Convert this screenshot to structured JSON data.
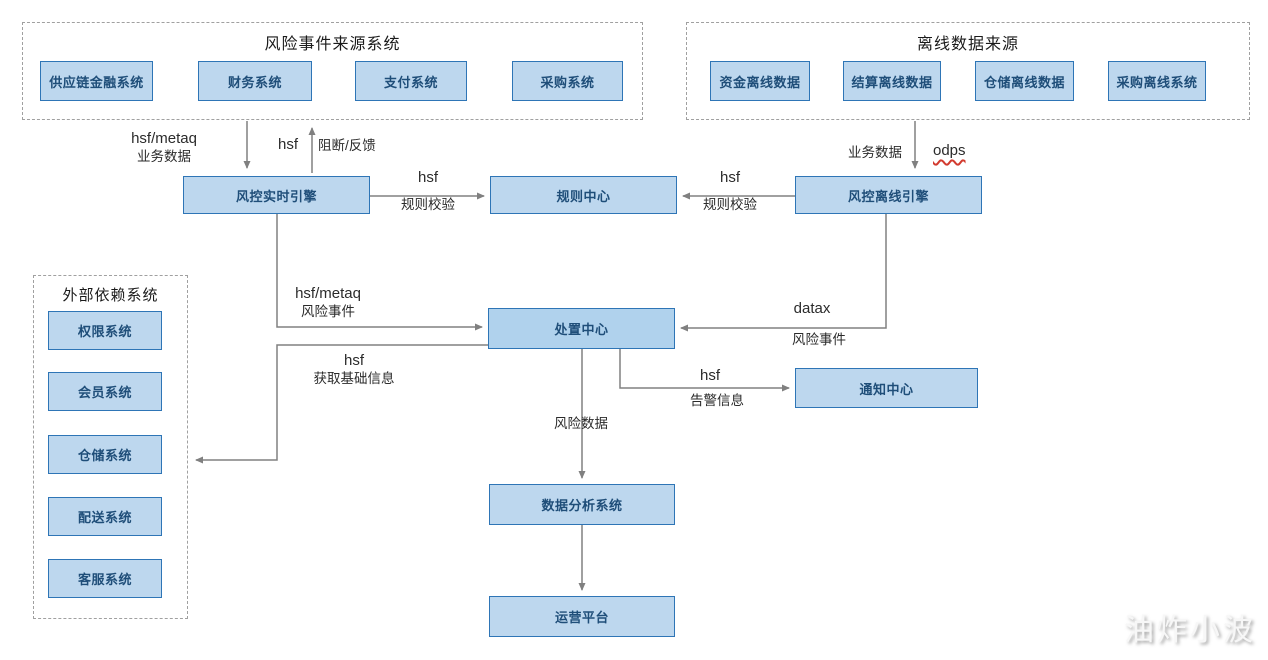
{
  "panels": {
    "risk_sources": {
      "title": "风险事件来源系统",
      "boxes": [
        "供应链金融系统",
        "财务系统",
        "支付系统",
        "采购系统"
      ]
    },
    "offline_sources": {
      "title": "离线数据来源",
      "boxes": [
        "资金离线数据",
        "结算离线数据",
        "仓储离线数据",
        "采购离线系统"
      ]
    },
    "external_deps": {
      "title": "外部依赖系统",
      "boxes": [
        "权限系统",
        "会员系统",
        "仓储系统",
        "配送系统",
        "客服系统"
      ]
    }
  },
  "nodes": {
    "realtime_engine": "风控实时引擎",
    "rule_center": "规则中心",
    "offline_engine": "风控离线引擎",
    "disposal_center": "处置中心",
    "notify_center": "通知中心",
    "data_analysis": "数据分析系统",
    "operation_platform": "运营平台"
  },
  "edge_labels": {
    "source_to_realtime": {
      "line1": "hsf/metaq",
      "line2": "业务数据"
    },
    "block_feedback": {
      "line1": "hsf",
      "line2": "阻断/反馈"
    },
    "realtime_to_rule": {
      "line1": "hsf",
      "line2": "规则校验"
    },
    "offline_to_rule": {
      "line1": "hsf",
      "line2": "规则校验"
    },
    "offline_input": {
      "line1": "业务数据",
      "line2": "odps"
    },
    "realtime_to_disposal": {
      "line1": "hsf/metaq",
      "line2": "风险事件"
    },
    "offline_to_disposal": {
      "line1": "datax",
      "line2": "风险事件"
    },
    "disposal_to_external": {
      "line1": "hsf",
      "line2": "获取基础信息"
    },
    "disposal_to_notify": {
      "line1": "hsf",
      "line2": "告警信息"
    },
    "disposal_to_analysis": {
      "line1": "风险数据"
    }
  },
  "watermark": "油炸小波",
  "colors": {
    "node_fill": "#bdd7ee",
    "node_border": "#2e75b6",
    "node_text": "#1f4e79",
    "edge_line": "#808080",
    "panel_border": "#a0a0a0",
    "odps_underline": "#d23b2f"
  }
}
